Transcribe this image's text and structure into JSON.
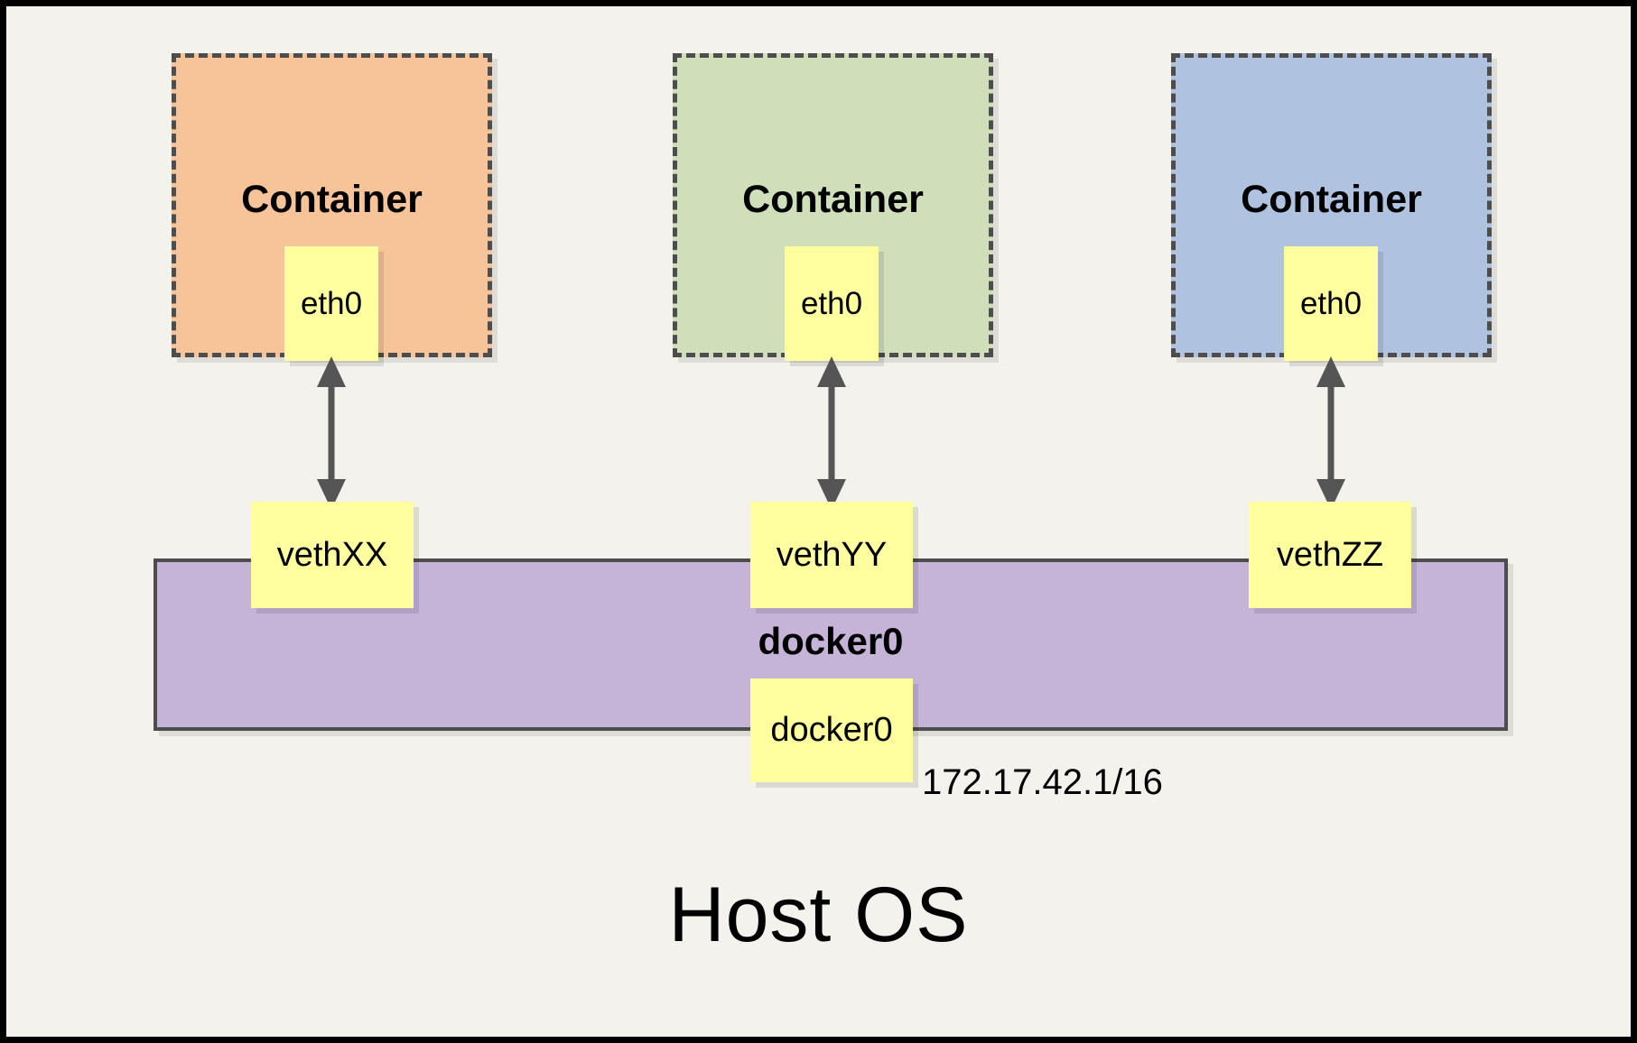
{
  "diagram": {
    "title_caption": "Host OS",
    "colors": {
      "canvas_background": "#f4f2ed",
      "outer_border": "#000000",
      "container_orange": "#f7c49a",
      "container_green": "#cfdfb9",
      "container_blue": "#afc3e0",
      "interface_box_yellow": "#ffffa0",
      "bridge_purple": "#c5b3d8",
      "stroke_gray": "#4d4d4d",
      "text_black": "#000000"
    },
    "containers": [
      {
        "label": "Container",
        "interface_label": "eth0",
        "accent": "#f7c49a"
      },
      {
        "label": "Container",
        "interface_label": "eth0",
        "accent": "#cfdfb9"
      },
      {
        "label": "Container",
        "interface_label": "eth0",
        "accent": "#afc3e0"
      }
    ],
    "veth_pairs": [
      {
        "label": "vethXX"
      },
      {
        "label": "vethYY"
      },
      {
        "label": "vethZZ"
      }
    ],
    "bridge": {
      "label": "docker0",
      "interface_label": "docker0",
      "ip_address": "172.17.42.1/16"
    },
    "arrows": [
      {
        "name": "eth0-to-vethXX",
        "style": "double-headed"
      },
      {
        "name": "eth0-to-vethYY",
        "style": "double-headed"
      },
      {
        "name": "eth0-to-vethZZ",
        "style": "double-headed"
      }
    ]
  }
}
